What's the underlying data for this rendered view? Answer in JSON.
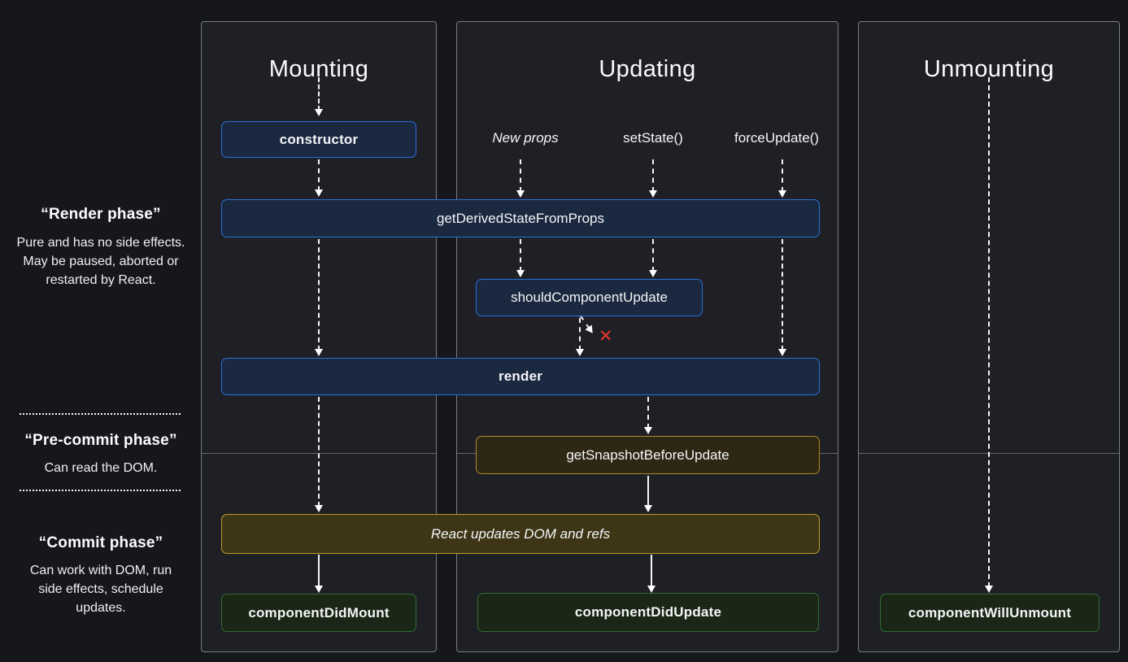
{
  "sidebar": {
    "render_phase": {
      "title": "“Render phase”",
      "description": "Pure and has no side effects. May be paused, aborted or restarted by React."
    },
    "pre_commit_phase": {
      "title": "“Pre-commit phase”",
      "description": "Can read the DOM."
    },
    "commit_phase": {
      "title": "“Commit phase”",
      "description": "Can work with DOM, run side effects, schedule updates."
    }
  },
  "columns": [
    {
      "title": "Mounting"
    },
    {
      "title": "Updating"
    },
    {
      "title": "Unmounting"
    }
  ],
  "updating_triggers": [
    "New props",
    "setState()",
    "forceUpdate()"
  ],
  "boxes": [
    {
      "label": "constructor"
    },
    {
      "label": "getDerivedStateFromProps"
    },
    {
      "label": "shouldComponentUpdate"
    },
    {
      "label": "render"
    },
    {
      "label": "getSnapshotBeforeUpdate"
    },
    {
      "label": "React updates DOM and refs"
    },
    {
      "label": "componentDidMount"
    },
    {
      "label": "componentDidUpdate"
    },
    {
      "label": "componentWillUnmount"
    }
  ],
  "icons": {
    "skip_update_x": "✕"
  },
  "colors": {
    "background": "#16171b",
    "panel_background": "#1e2025",
    "panel_border": "#797c82",
    "render_phase_box_border": "#2b6fdb",
    "render_phase_box_fill": "#1a2940",
    "pre_commit_box_border": "#ac8b20",
    "pre_commit_box_fill": "#2e2714",
    "commit_banner_fill": "#3e3517",
    "commit_box_border": "#2f6d33",
    "commit_box_fill": "#1a2616",
    "arrow": "#ffffff",
    "abort_x": "#e23b2e"
  }
}
